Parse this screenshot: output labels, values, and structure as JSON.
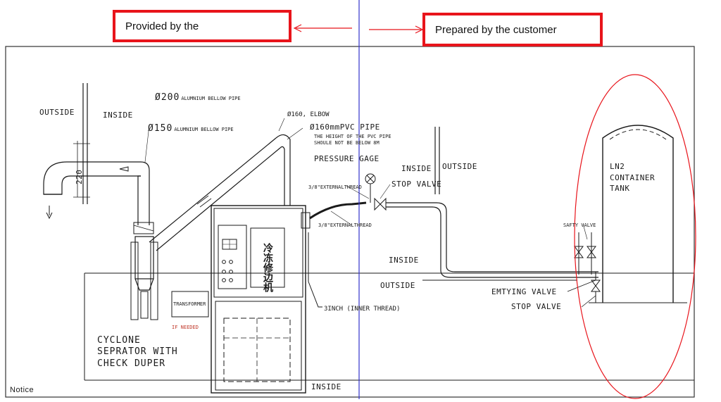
{
  "callouts": {
    "left": "Provided by the",
    "right": "Prepared by the customer"
  },
  "labels": {
    "outside_left": "OUTSIDE",
    "inside_left": "INSIDE",
    "dim_220": "220",
    "pipe_200_big": "Ø200",
    "pipe_200_small": "ALUMNIUM BELLOW PIPE",
    "pipe_150_big": "Ø150",
    "pipe_150_small": "ALUMNIUM BELLOW PIPE",
    "elbow": "Ø160, ELBOW",
    "pvc_big": "Ø160mmPVC PIPE",
    "pvc_note_1": "THE HEIGHT OF THE PVC PIPE",
    "pvc_note_2": "SHOULE NOT BE BELOW 8M",
    "pressure_gage": "PRESSURE GAGE",
    "inside_mid": "INSIDE",
    "outside_mid": "OUTSIDE",
    "thread_38_upper": "3/8\"EXTERNALTHREAD",
    "stop_valve_upper": "STOP VALVE",
    "thread_38_lower": "3/8\"EXTERNALTHREAD",
    "ln2_1": "LN2",
    "ln2_2": "CONTAINER",
    "ln2_3": "TANK",
    "safety_valve": "SAFTY VALVE",
    "inside_right": "INSIDE",
    "outside_right": "OUTSIDE",
    "emptying_valve": "EMTYING VALVE",
    "stop_valve_lower": "STOP VALVE",
    "inch_thread": "3INCH (INNER THREAD)",
    "transformer": "TRANSFORMER",
    "if_needed": "IF NEEDED",
    "cyclone_1": "CYCLONE",
    "cyclone_2": "SEPRATOR WITH",
    "cyclone_3": "CHECK DUPER",
    "machine_cn": "冷冻修边机",
    "inside_bottom": "INSIDE",
    "notice": "Notice"
  },
  "colors": {
    "callout_border": "#e8141b",
    "divider": "#3333cc",
    "highlight_ellipse": "#e8141b",
    "line": "#1a1a1a"
  }
}
